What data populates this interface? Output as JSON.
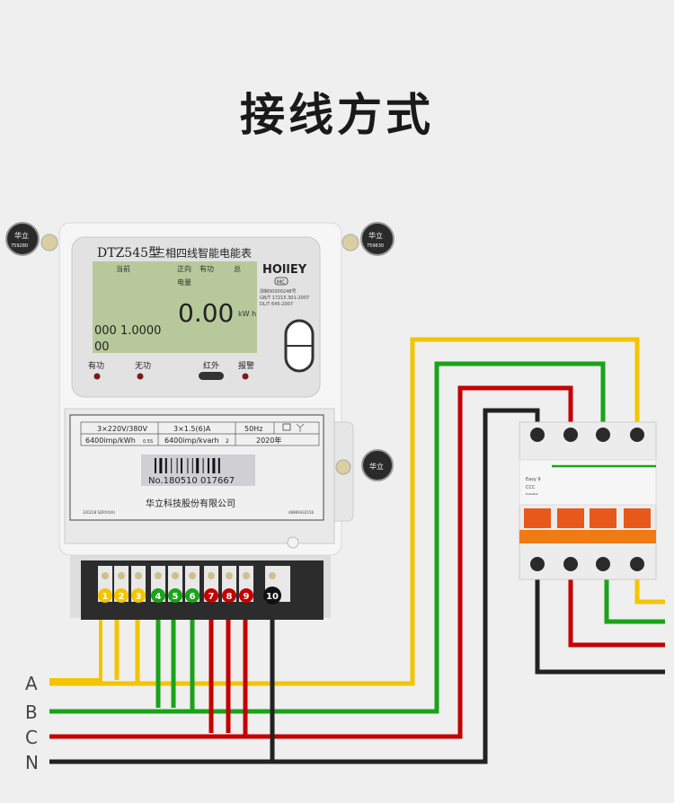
{
  "title": "接线方式",
  "meter": {
    "model": "DTZ545型",
    "name": "三相四线智能电能表",
    "brand": "HOllEY",
    "cert_mark": "MC",
    "cert_no": "浙制00000248号",
    "standard_1": "GB/T 17215.301-2007",
    "standard_2": "DL/T 645-2007",
    "lcd": {
      "label_current": "当前",
      "label_forward": "正向",
      "label_active": "有功",
      "label_total": "总",
      "label_energy": "电量",
      "reading": "0.00",
      "unit": "kW h",
      "code_line1": "000 1.0000",
      "code_line2": "00"
    },
    "indicators": [
      "有功",
      "无功",
      "红外",
      "报警"
    ],
    "nameplate": {
      "voltage": "3×220V/380V",
      "current": "3×1.5(6)A",
      "frequency": "50Hz",
      "active_constant": "6400imp/kWh",
      "active_class": "0.5S",
      "reactive_constant": "6400imp/kvarh",
      "reactive_class": "2",
      "year": "2020年",
      "serial": "No.180510 017667",
      "manufacturer": "华立科技股份有限公司",
      "code_left": "320218 SDRX(VA)",
      "code_right": "48869432156"
    },
    "seal_left": {
      "text": "华立",
      "number": "759280"
    },
    "seal_right": {
      "text": "华立",
      "number": "759630"
    },
    "seal_mid": {
      "text": "华立"
    },
    "terminals": [
      "1",
      "2",
      "3",
      "4",
      "5",
      "6",
      "7",
      "8",
      "9",
      "10"
    ]
  },
  "breaker": {
    "brand": "Easy 9",
    "mark": "CCC",
    "model": "EA9AN4C"
  },
  "lines": [
    "A",
    "B",
    "C",
    "N"
  ],
  "colors": {
    "A": "#f2c500",
    "B": "#1aa31a",
    "C": "#c40000",
    "N": "#111111",
    "breaker_handle": "#f07a14"
  }
}
